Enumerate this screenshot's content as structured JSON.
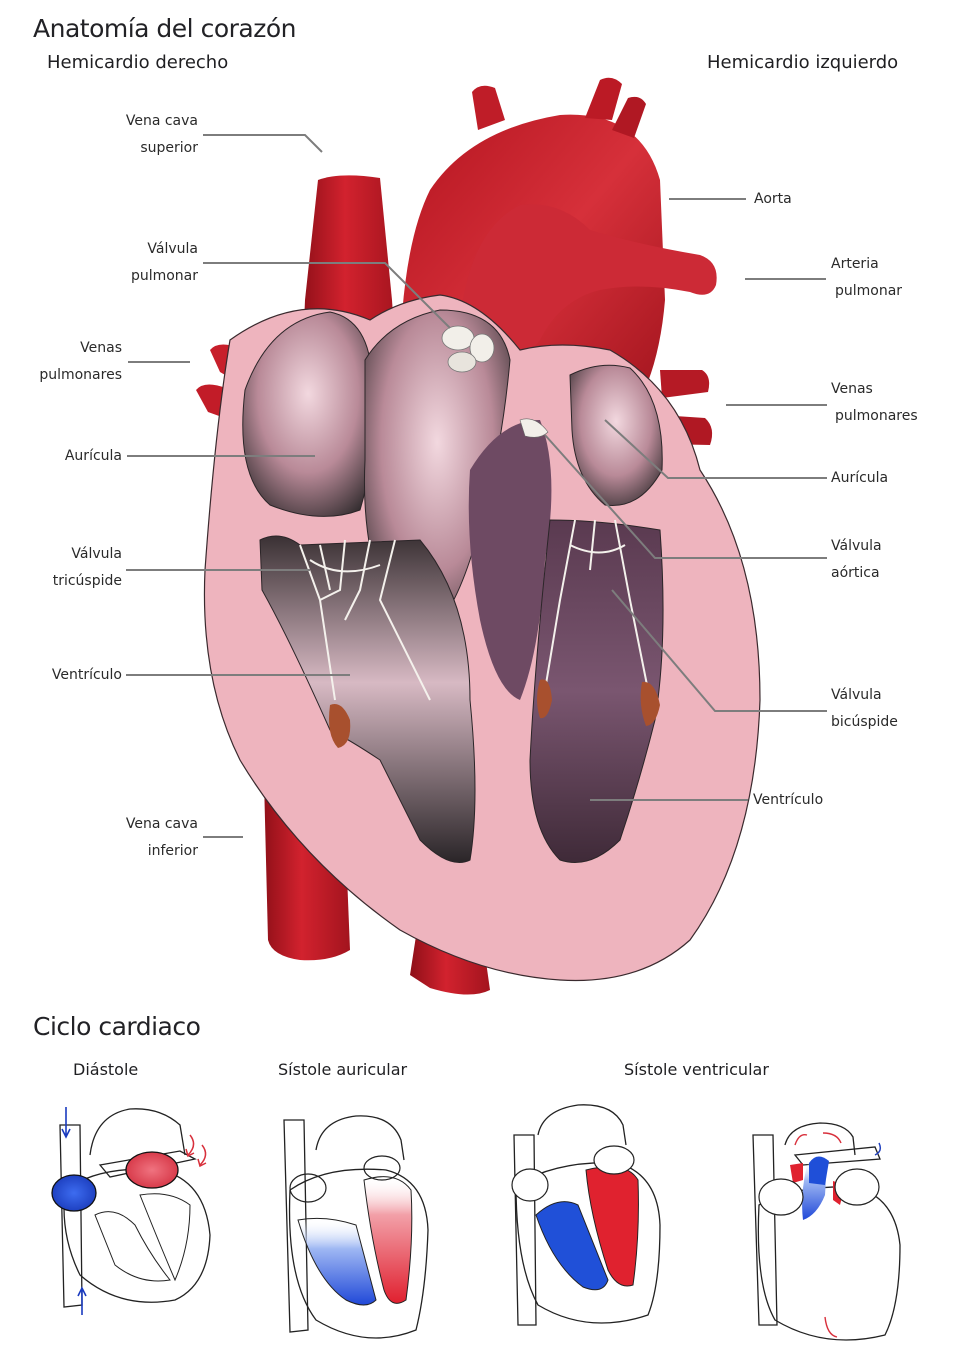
{
  "title": "Anatomía del corazón",
  "subtitles": {
    "right_heart": "Hemicardio derecho",
    "left_heart": "Hemicardio izquierdo"
  },
  "labels_left": [
    {
      "line1": "Vena cava",
      "line2": "superior"
    },
    {
      "line1": "Válvula",
      "line2": "pulmonar"
    },
    {
      "line1": "Venas",
      "line2": "pulmonares"
    },
    {
      "line1": "Aurícula",
      "line2": ""
    },
    {
      "line1": "Válvula",
      "line2": "tricúspide"
    },
    {
      "line1": "Ventrículo",
      "line2": ""
    },
    {
      "line1": "Vena cava",
      "line2": "inferior"
    }
  ],
  "labels_right": [
    {
      "line1": "Aorta",
      "line2": ""
    },
    {
      "line1": "Arteria",
      "line2": "pulmonar"
    },
    {
      "line1": "Venas",
      "line2": "pulmonares"
    },
    {
      "line1": "Aurícula",
      "line2": ""
    },
    {
      "line1": "Válvula",
      "line2": "aórtica"
    },
    {
      "line1": "Válvula",
      "line2": "bicúspide"
    },
    {
      "line1": "Ventrículo",
      "line2": ""
    }
  ],
  "cycle": {
    "title": "Ciclo cardiaco",
    "phases": [
      "Diástole",
      "Sístole auricular",
      "Sístole ventricular"
    ]
  },
  "colors": {
    "vessel_red": "#c41a26",
    "vessel_dark": "#8e0f18",
    "myocardium_pink": "#eeb4be",
    "chamber_dark": "#4a3540",
    "chamber_purple": "#6e4a63",
    "valve_white": "#f2efe9",
    "papillary": "#a8502e",
    "deoxy_blue": "#1f4fd8",
    "oxy_red": "#e02232",
    "leader_gray": "#7d7d7d"
  }
}
